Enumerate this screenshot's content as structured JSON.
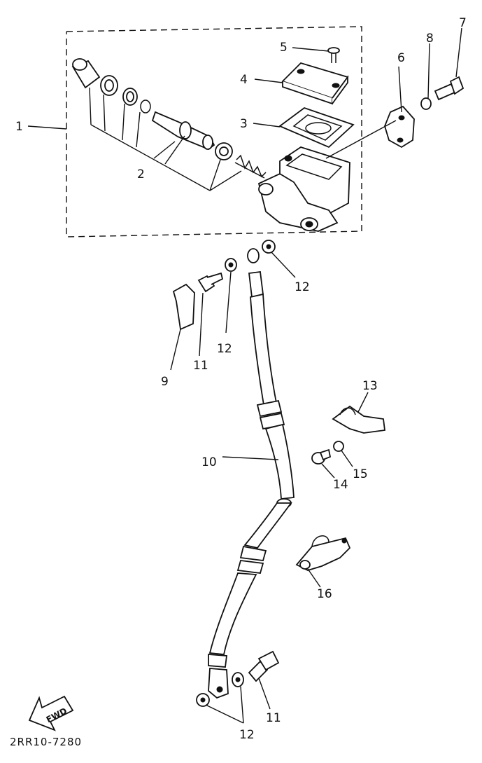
{
  "callouts": {
    "c1": "1",
    "c2": "2",
    "c3": "3",
    "c4": "4",
    "c5": "5",
    "c6": "6",
    "c7": "7",
    "c8": "8",
    "c9": "9",
    "c10": "10",
    "c11_top": "11",
    "c11_bottom": "11",
    "c12_right": "12",
    "c12_left": "12",
    "c12_bottom": "12",
    "c13": "13",
    "c14": "14",
    "c15": "15",
    "c16": "16"
  },
  "arrow_label": "FWD",
  "diagram_code": "2RR10-7280"
}
